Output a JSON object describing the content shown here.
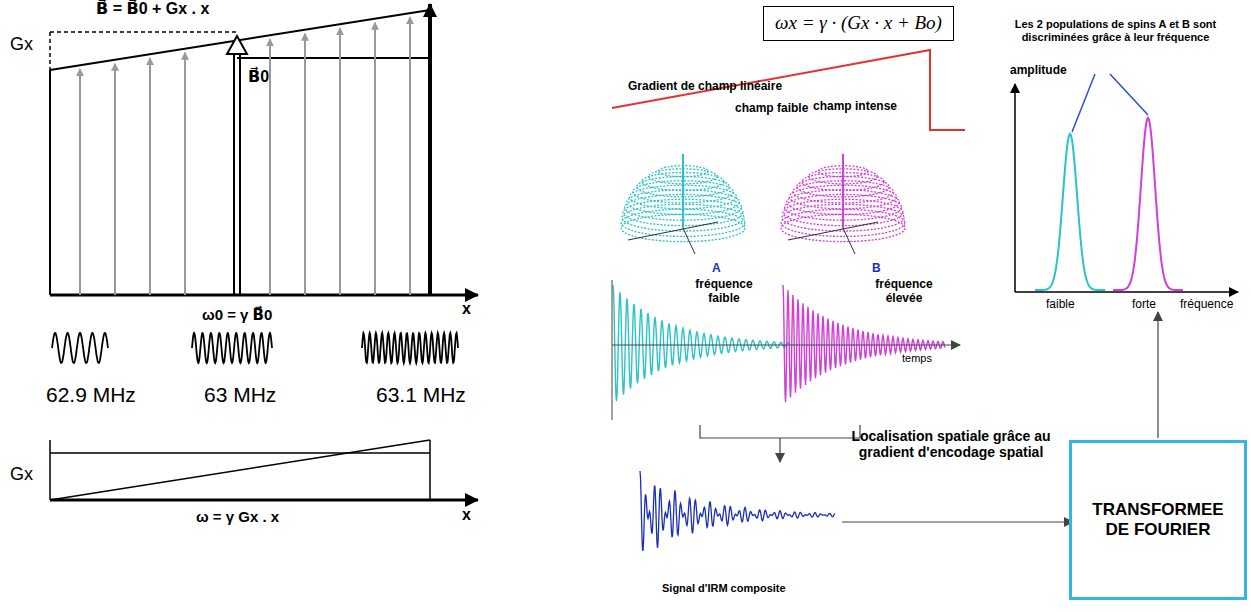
{
  "diagram": {
    "nodes": [
      {
        "text": [
          "ωx = γ · (Gx · x + Bo)"
        ]
      },
      {
        "text": [
          "TRANSFORMEE DE FOURIER"
        ]
      }
    ],
    "labels": [
      "B⃗ = B⃗0 + Gx . x",
      "Gx",
      "B⃗0",
      "x",
      "ω0 = γ B⃗0",
      "62.9 MHz",
      "63 MHz",
      "63.1 MHz",
      "Gx",
      "ω = γ Gx . x",
      "x",
      "Gradient de champ linéaire",
      "champ faible",
      "champ intense",
      "A",
      "B",
      "fréquence faible",
      "fréquence élevée",
      "temps",
      "Signal d'IRM composite",
      "Localisation spatiale grâce au gradient d'encodage spatial",
      "Les 2 populations de spins A et B sont discriminées grâce à leur fréquence",
      "amplitude",
      "faible",
      "forte",
      "fréquence"
    ]
  }
}
